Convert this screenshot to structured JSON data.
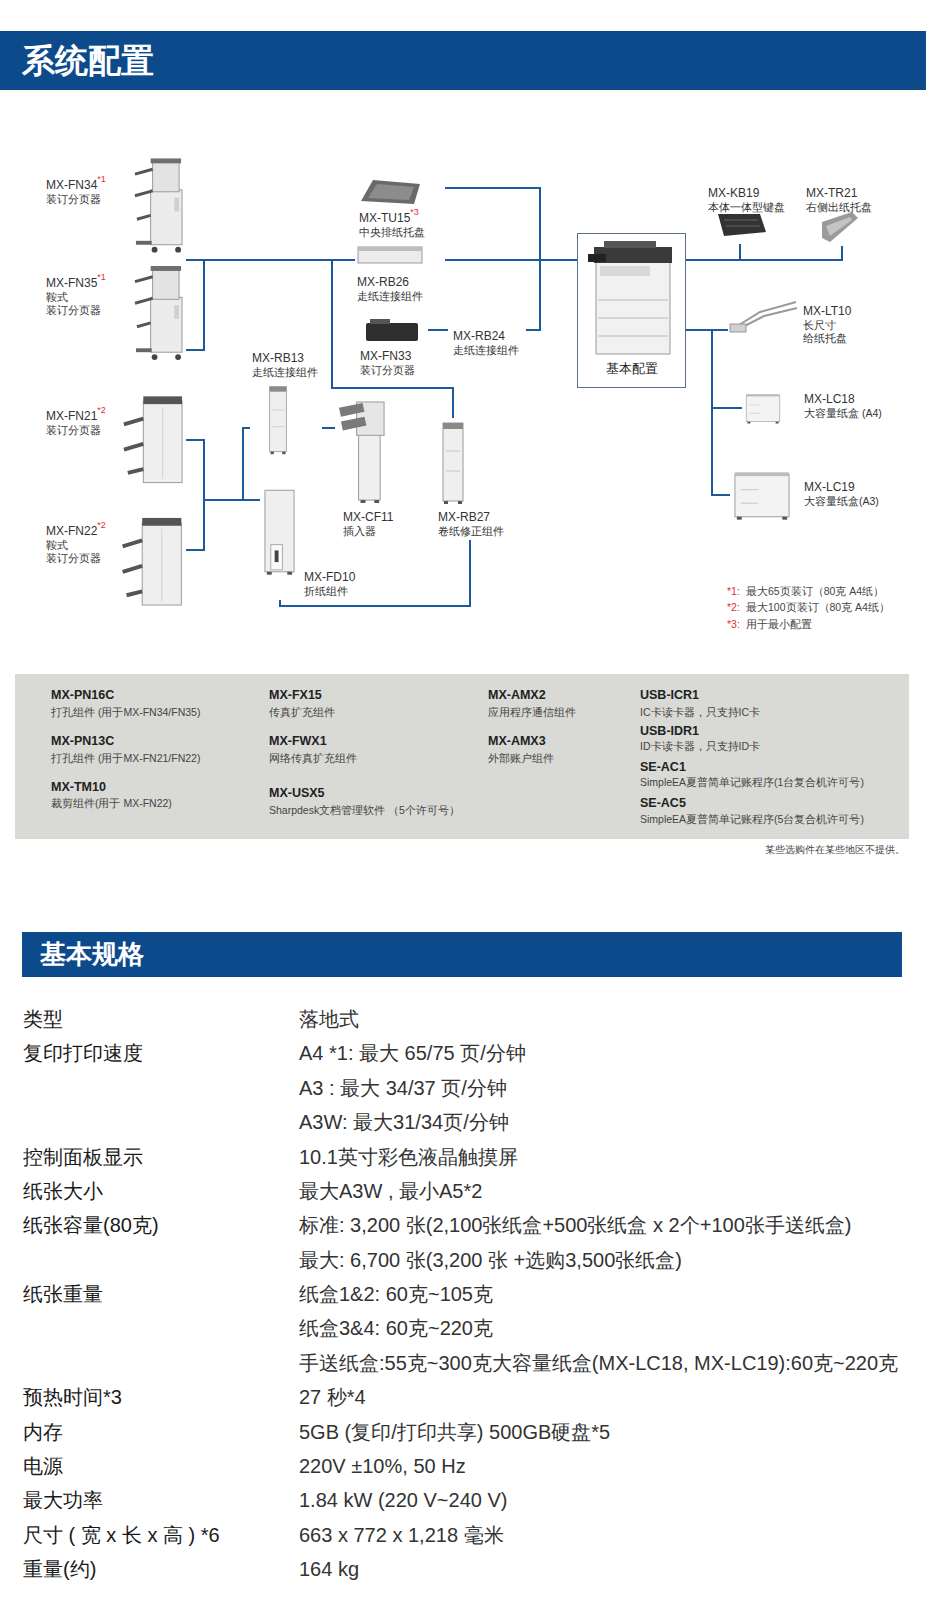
{
  "diagram": {
    "title": "系统配置",
    "nodes": [
      {
        "text": [
          "MX-FN34",
          "*1",
          "装订分页器"
        ]
      },
      {
        "text": [
          "MX-FN35",
          "*1",
          "鞍式 装订分页器"
        ]
      },
      {
        "text": [
          "MX-FN21",
          "*2",
          "装订分页器"
        ]
      },
      {
        "text": [
          "MX-FN22",
          "*2",
          "鞍式 装订分页器"
        ]
      },
      {
        "text": [
          "MX-TU15",
          "*3",
          "中央排纸托盘"
        ]
      },
      {
        "text": [
          "MX-RB26",
          "走纸连接组件"
        ]
      },
      {
        "text": [
          "MX-FN33",
          "装订分页器"
        ]
      },
      {
        "text": [
          "MX-RB24",
          "走纸连接组件"
        ]
      },
      {
        "text": [
          "MX-RB13",
          "走纸连接组件"
        ]
      },
      {
        "text": [
          "MX-CF11",
          "插入器"
        ]
      },
      {
        "text": [
          "MX-RB27",
          "卷纸修正组件"
        ]
      },
      {
        "text": [
          "MX-FD10",
          "折纸组件"
        ]
      },
      {
        "text": [
          "基本配置"
        ]
      },
      {
        "text": [
          "MX-KB19",
          "本体一体型键盘"
        ]
      },
      {
        "text": [
          "MX-TR21",
          "右侧出纸托盘"
        ]
      },
      {
        "text": [
          "MX-LT10",
          "长尺寸 给纸托盘"
        ]
      },
      {
        "text": [
          "MX-LC18",
          "大容量纸盒 (A4)"
        ]
      },
      {
        "text": [
          "MX-LC19",
          "大容量纸盒(A3)"
        ]
      }
    ],
    "edges": [
      {
        "from": 0,
        "to": 5,
        "arrow": "none"
      },
      {
        "from": 1,
        "to": 5,
        "arrow": "none"
      },
      {
        "from": 5,
        "to": 12,
        "arrow": "none"
      },
      {
        "from": 4,
        "to": 12,
        "arrow": "none"
      },
      {
        "from": 6,
        "to": 7,
        "arrow": "none"
      },
      {
        "from": 7,
        "to": 12,
        "arrow": "none"
      },
      {
        "from": 5,
        "to": 10,
        "arrow": "none"
      },
      {
        "from": 2,
        "to": 8,
        "arrow": "none"
      },
      {
        "from": 3,
        "to": 8,
        "arrow": "none"
      },
      {
        "from": 8,
        "to": 9,
        "arrow": "none"
      },
      {
        "from": 2,
        "to": 11,
        "arrow": "none"
      },
      {
        "from": 11,
        "to": 10,
        "arrow": "none"
      },
      {
        "from": 12,
        "to": 13,
        "arrow": "none"
      },
      {
        "from": 12,
        "to": 14,
        "arrow": "none"
      },
      {
        "from": 12,
        "to": 15,
        "arrow": "none"
      },
      {
        "from": 12,
        "to": 16,
        "arrow": "none"
      },
      {
        "from": 12,
        "to": 17,
        "arrow": "none"
      }
    ],
    "labels": [
      "基本规格",
      "类型",
      "落地式",
      "复印打印速度",
      "A4 *1: 最大 65/75 页/分钟",
      "A3 : 最大 34/37 页/分钟",
      "A3W: 最大31/34页/分钟",
      "控制面板显示",
      "10.1英寸彩色液晶触摸屏",
      "纸张大小",
      "最大A3W , 最小A5*2",
      "纸张容量(80克)",
      "标准: 3,200 张(2,100张纸盒+500张纸盒 x 2个+100张手送纸盒)",
      "最大: 6,700 张(3,200 张 +选购3,500张纸盒)",
      "纸张重量",
      "纸盒1&2: 60克~105克",
      "纸盒3&4: 60克~220克",
      "手送纸盒:55克~300克大容量纸盒(MX-LC18, MX-LC19):60克~220克",
      "预热时间*3",
      "27 秒*4",
      "内存",
      "5GB (复印/打印共享) 500GB硬盘*5",
      "电源",
      "220V ±10%, 50 Hz",
      "最大功率",
      "1.84 kW (220 V~240 V)",
      "尺寸 ( 宽 x 长 x 高 ) *6",
      "663 x 772 x 1,218 毫米",
      "重量(约)",
      "164 kg",
      "MX-PN16C",
      "打孔组件 (用于MX-FN34/FN35)",
      "MX-PN13C",
      "打孔组件 (用于MX-FN21/FN22)",
      "MX-TM10",
      "裁剪组件(用于 MX-FN22)",
      "MX-FX15",
      "传真扩充组件",
      "MX-FWX1",
      "网络传真扩充组件",
      "MX-USX5",
      "Sharpdesk文档管理软件 （5个许可号）",
      "MX-AMX2",
      "应用程序通信组件",
      "MX-AMX3",
      "外部账户组件",
      "USB-ICR1",
      "IC卡读卡器，只支持IC卡",
      "USB-IDR1",
      "ID卡读卡器，只支持ID卡",
      "SE-AC1",
      "SimpleEA夏普简单记账程序(1台复合机许可号)",
      "SE-AC5",
      "SimpleEA夏普简单记账程序(5台复合机许可号)",
      "某些选购件在某些地区不提供。",
      "*1:",
      "最大65页装订（80克 A4纸）",
      "*2:",
      "最大100页装订（80克 A4纸）",
      "*3:",
      "用于最小配置"
    ]
  }
}
